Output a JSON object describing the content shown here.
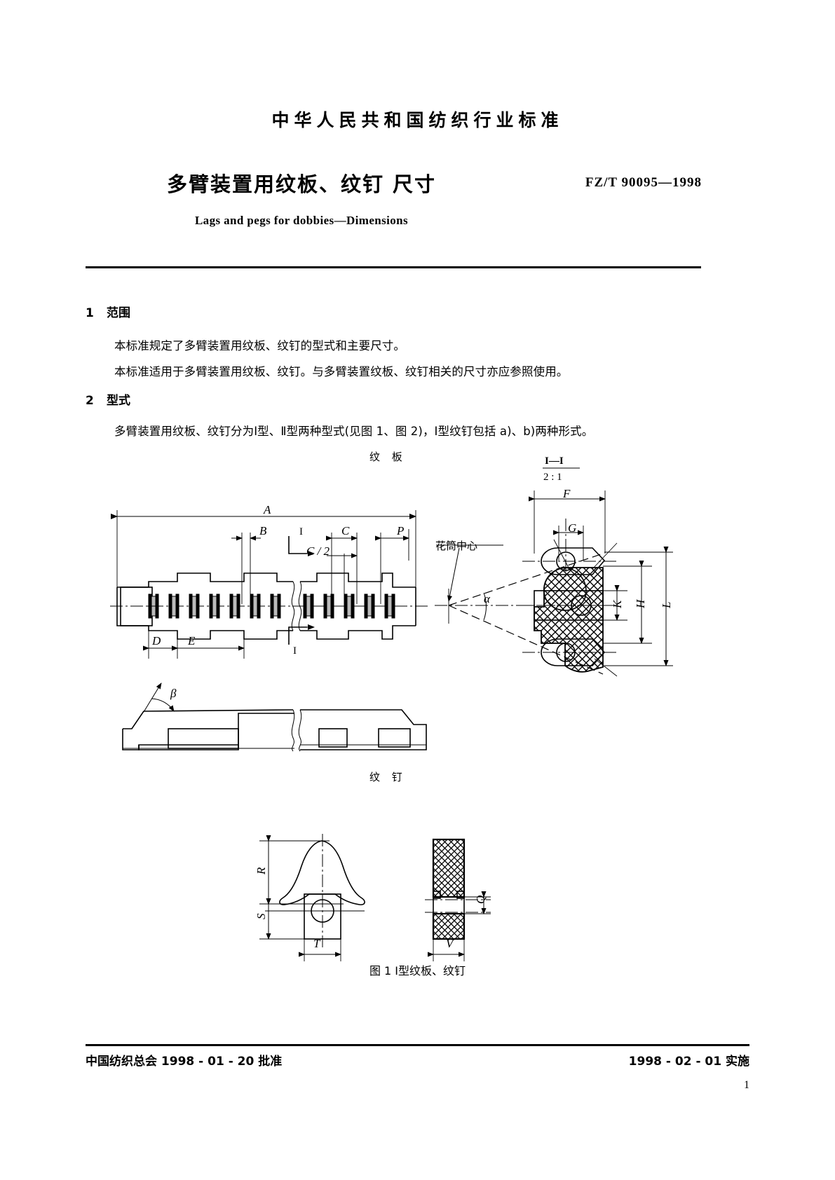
{
  "header": {
    "national_line": "中华人民共和国纺织行业标准",
    "title_cn": "多臂装置用纹板、纹钉  尺寸",
    "standard_no": "FZ/T 90095—1998",
    "title_en": "Lags and pegs for dobbies—Dimensions"
  },
  "sections": [
    {
      "number": "1",
      "heading": "范围",
      "paragraphs": [
        "本标准规定了多臂装置用纹板、纹钉的型式和主要尺寸。",
        "本标准适用于多臂装置用纹板、纹钉。与多臂装置纹板、纹钉相关的尺寸亦应参照使用。"
      ]
    },
    {
      "number": "2",
      "heading": "型式",
      "paragraphs": [
        "多臂装置用纹板、纹钉分为Ⅰ型、Ⅱ型两种型式(见图 1、图 2)，Ⅰ型纹钉包括 a)、b)两种形式。"
      ]
    }
  ],
  "figure": {
    "lag_label": "纹  板",
    "peg_label": "纹  钉",
    "section_label_top": "I—I",
    "section_label_bottom": "2 : 1",
    "barrel_center_label": "花筒中心",
    "caption": "图 1    Ⅰ型纹板、纹钉",
    "dimension_labels": {
      "A": "A",
      "B": "B",
      "C": "C",
      "C_half": "C / 2",
      "P": "P",
      "D": "D",
      "E": "E",
      "F": "F",
      "G": "G",
      "H": "H",
      "K": "K",
      "L": "L",
      "Q": "Q",
      "R": "R",
      "S": "S",
      "T": "T",
      "V": "V",
      "alpha": "α",
      "beta": "β",
      "section_mark": "I"
    }
  },
  "footer": {
    "left": "中国纺织总会 1998 - 01 - 20 批准",
    "right": "1998 - 02 - 01 实施",
    "page_number": "1"
  },
  "colors": {
    "ink": "#000000",
    "paper": "#ffffff"
  }
}
